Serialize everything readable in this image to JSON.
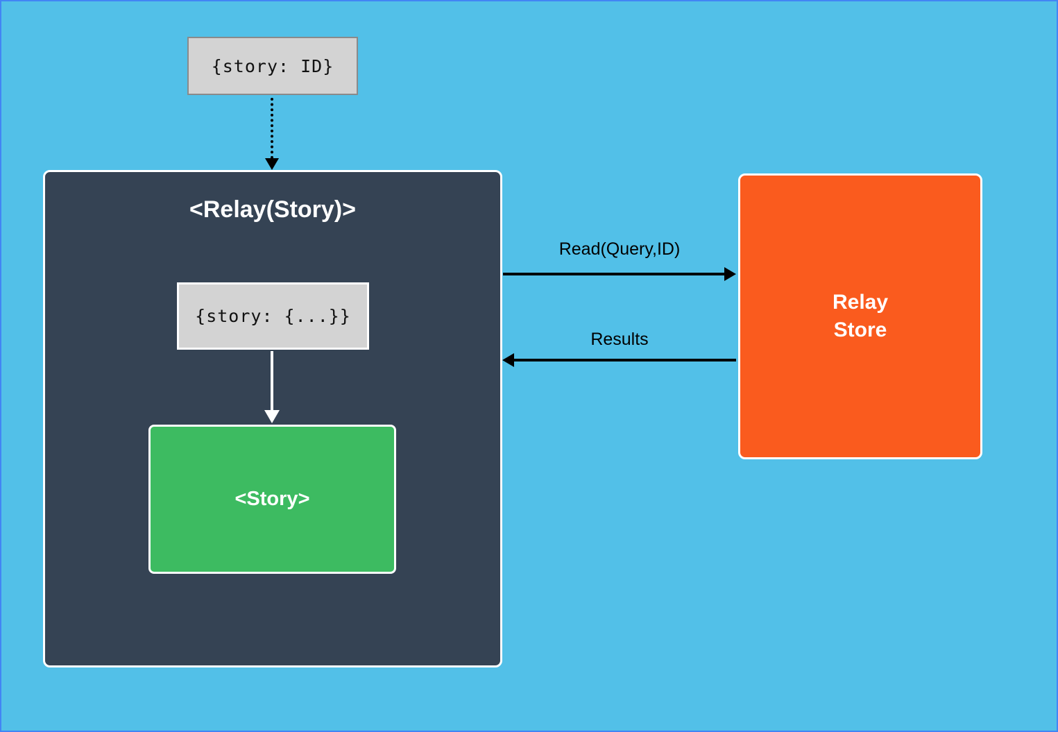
{
  "nodes": {
    "query_input": {
      "label": "{story: ID}"
    },
    "relay_component": {
      "title": "<Relay(Story)>"
    },
    "props": {
      "label": "{story: {...}}"
    },
    "story_component": {
      "label": "<Story>"
    },
    "relay_store": {
      "line1": "Relay",
      "line2": "Store"
    }
  },
  "edges": {
    "read": {
      "label": "Read(Query,ID)"
    },
    "results": {
      "label": "Results"
    }
  },
  "colors": {
    "background": "#52C0E8",
    "frame_border": "#4285F4",
    "relay_container_bg": "#354354",
    "story_bg": "#3DBB61",
    "relay_store_bg": "#FA5B1E",
    "code_box_bg": "#D3D3D3",
    "code_box_border": "#8A8A8A",
    "arrow_black": "#000000",
    "arrow_white": "#FFFFFF",
    "text_white": "#FFFFFF",
    "text_black": "#111111"
  }
}
